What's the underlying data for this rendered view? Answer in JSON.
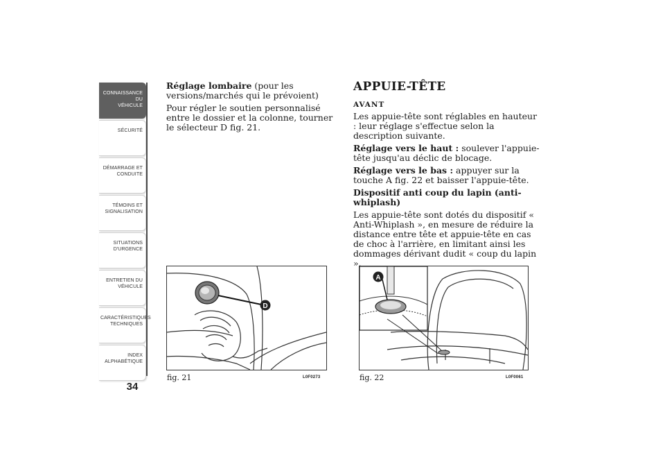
{
  "sidebar": {
    "items": [
      {
        "line1": "CONNAISSANCE DU",
        "line2": "VÉHICULE",
        "active": true
      },
      {
        "line1": "",
        "line2": "SÉCURITÉ",
        "active": false
      },
      {
        "line1": "DÉMARRAGE ET",
        "line2": "CONDUITE",
        "active": false
      },
      {
        "line1": "TÉMOINS ET",
        "line2": "SIGNALISATION",
        "active": false
      },
      {
        "line1": "SITUATIONS",
        "line2": "D'URGENCE",
        "active": false
      },
      {
        "line1": "ENTRETIEN DU",
        "line2": "VÉHICULE",
        "active": false
      },
      {
        "line1": "CARACTÉRISTIQUES",
        "line2": "TECHNIQUES",
        "active": false
      },
      {
        "line1": "INDEX",
        "line2": "ALPHABÉTIQUE",
        "active": false
      }
    ],
    "page_number": "34"
  },
  "left_column": {
    "lumbar_title": "Réglage lombaire",
    "lumbar_note": " (pour les versions/marchés qui le prévoient)",
    "lumbar_text": "Pour régler le soutien personnalisé entre le dossier et la colonne, tourner le sélecteur D fig. 21."
  },
  "right_column": {
    "heading": "APPUIE-TÊTE",
    "subheading": "AVANT",
    "intro": "Les appuie-tête sont réglables en hauteur : leur réglage s'effectue selon la description suivante.",
    "up_title": "Réglage vers le haut :",
    "up_text": " soulever l'appuie-tête jusqu'au déclic de blocage.",
    "down_title": "Réglage vers le bas :",
    "down_text": " appuyer sur la touche A fig. 22 et baisser l'appuie-tête.",
    "whiplash_title": "Dispositif anti coup du lapin (anti-whiplash)",
    "whiplash_text": "Les appuie-tête sont dotés du dispositif « Anti-Whiplash », en mesure de réduire la distance entre tête et appuie-tête en cas de choc à l'arrière, en limitant ainsi les dommages dérivant dudit « coup du lapin »."
  },
  "figures": {
    "fig21": {
      "caption": "fig. 21",
      "code": "L0F0273",
      "label": "D"
    },
    "fig22": {
      "caption": "fig. 22",
      "code": "L0F0061",
      "label": "A"
    }
  }
}
